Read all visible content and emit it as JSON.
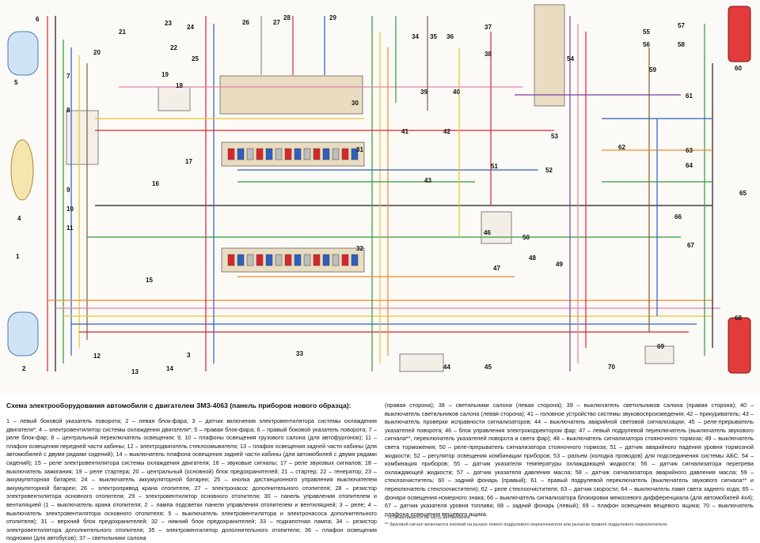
{
  "diagram": {
    "labels": [
      "1",
      "2",
      "3",
      "4",
      "5",
      "6",
      "7",
      "8",
      "9",
      "10",
      "11",
      "12",
      "13",
      "14",
      "15",
      "16",
      "17",
      "18",
      "19",
      "20",
      "21",
      "22",
      "23",
      "24",
      "25",
      "26",
      "27",
      "28",
      "29",
      "30",
      "31",
      "32",
      "33",
      "34",
      "35",
      "36",
      "37",
      "38",
      "39",
      "40",
      "41",
      "42",
      "43",
      "44",
      "45",
      "46",
      "47",
      "48",
      "49",
      "50",
      "51",
      "52",
      "53",
      "54",
      "55",
      "56",
      "57",
      "58",
      "59",
      "60",
      "61",
      "62",
      "63",
      "64",
      "65",
      "66",
      "67",
      "68",
      "69",
      "70"
    ],
    "colors": {
      "red": "#d9262b",
      "black": "#1a1a1a",
      "green": "#2f9a3a",
      "blue": "#2d5fbf",
      "yellow": "#e9c42a",
      "brown": "#8a5a2b",
      "orange": "#f08a24",
      "pink": "#e87fb0",
      "purple": "#7b3fa3",
      "grey": "#8c8c8c",
      "white_wire": "#bdbdbd",
      "panel": "#e9dcc0",
      "lamp_blue": "#cfe3f5",
      "lamp_red": "#e23b3b"
    }
  },
  "caption": {
    "title": "Схема электрооборудования автомобиля с двигателем ЗМЗ-4063 (панель приборов нового образца):",
    "left": "1 – левый боковой указатель поворота; 2 – левая блок-фара; 3 – датчик включения электровентилятора системы охлаждения двигателя*; 4 – электровентилятор системы охлаждения двигателя*; 5 – правая блок-фара; 6 – правый боковой указатель поворота; 7 – реле блок-фар; 8 – центральный переключатель освещения; 9, 10 – плафоны освещения грузового салона (для автофургонов); 11 – плафон освещения передней части кабины; 12 – электродвигатель стеклоомывателя; 13 – плафон освещения задней части кабины (для автомобилей с двумя рядами сидений); 14 – выключатель плафона освещения задней части кабины (для автомобилей с двумя рядами сидений); 15 – реле электровентилятора системы охлаждения двигателя; 16 – звуковые сигналы; 17 – реле звуковых сигналов; 18 – выключатель зажигания; 19 – реле стартера; 20 – центральный (основной) блок предохранителей; 21 – стартер; 22 – генератор; 23 – аккумуляторная батарея; 24 – выключатель аккумуляторной батареи; 25 – кнопка дистанционного управления выключателем аккумуляторной батареи; 26 – электропривод крана отопителя; 27 – электронасос дополнительного отопителя; 28 – резистор электровентилятора основного отопителя; 29 – электровентилятор основного отопителя; 30 – панель управления отопителем и вентиляцией (1 – выключатель крана отопителя; 2 – лампа подсветки панели управления отопителем и вентиляцией; 3 – реле; 4 – выключатель электровентилятора основного отопителя; 5 – выключатель электровентилятора и электронасоса дополнительного отопителя); 31 – верхний блок предохранителей; 32 – нижний блок предохранителей; 33 – подкапотная лампа; 34 – резистор электровентилятора дополнительного отопителя; 35 – электровентилятор дополнительного отопителя; 36 – плафон освещения подножки (для автобусов); 37 – светильники салона",
    "right": "(правая сторона); 38 – светильники салона (левая сторона); 39 – выключатель светильников салона (правая сторона); 40 – выключатель светильников салона (левая сторона); 41 – головное устройство системы звуковоспроизведения; 42 – прикуриватель; 43 – выключатель проверки исправности сигнализаторов; 44 – выключатель аварийной световой сигнализации; 45 – реле-прерыватель указателей поворота; 46 – блок управления электрокорректором фар; 47 – левый подрулевой переключатель (выключатель звукового сигнала**, переключатель указателей поворота и света фар); 48 – выключатель сигнализатора стояночного тормоза; 49 – выключатель света торможения; 50 – реле-прерыватель сигнализатора стояночного тормоза; 51 – датчик аварийного падения уровня тормозной жидкости; 52 – регулятор освещения комбинации приборов; 53 – разъем (колодка проводов) для подсоединения системы АБС; 54 – комбинация приборов; 55 – датчик указателя температуры охлаждающей жидкости; 56 – датчик сигнализатора перегрева охлаждающей жидкости; 57 – датчик указателя давления масла; 58 – датчик сигнализатора аварийного давления масла; 59 – стеклоочиститель; 60 – задний фонарь (правый); 61 – правый подрулевой переключатель (выключатель звукового сигнала** и переключатель стеклоочистителя); 62 – реле стеклоочистителя; 63 – датчик скорости; 64 – выключатель ламп света заднего хода; 65 – фонари освещения номерного знака; 66 – выключатель сигнализатора блокировки межосевого дифференциала (для автомобилей 4х4); 67 – датчик указателя уровня топлива; 68 – задний фонарь (левый); 69 – плафон освещения вещевого ящика; 70 – выключатель плафона освещения вещевого ящика.",
    "footnote1": "* Устанавливается на часть автомобилей.",
    "footnote2": "** Звуковой сигнал включается кнопкой на рычаге левого подрулевого переключателя или рычагом правого подрулевого переключателя."
  }
}
